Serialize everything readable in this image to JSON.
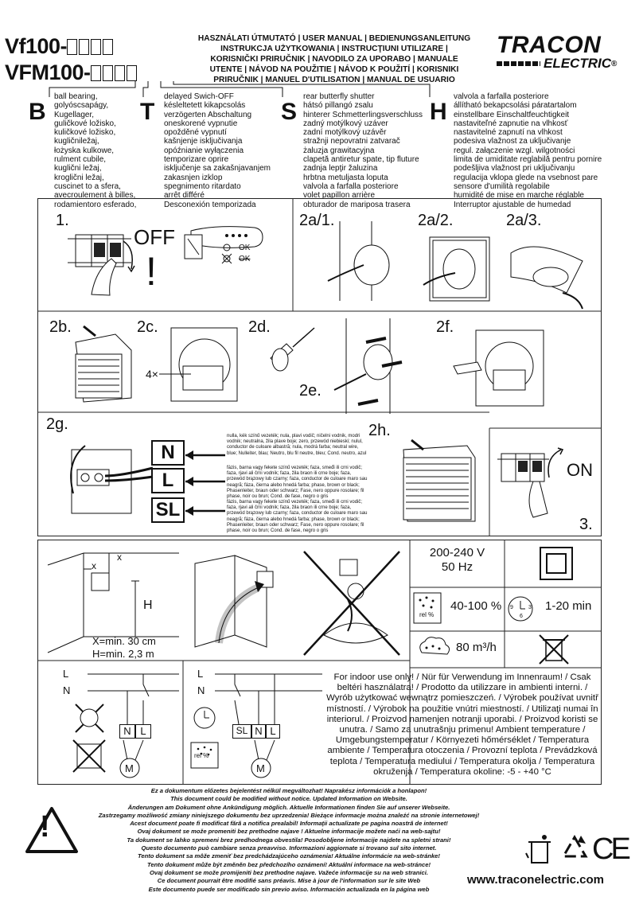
{
  "header": {
    "model_1": "Vf100-",
    "model_2": "VFM100-",
    "titles": [
      "HASZNÁLATI ÚTMUTATÓ | USER MANUAL | BEDIENUNGSANLEITUNG",
      "INSTRUKCJA UŻYTKOWANIA | INSTRUCŢIUNI UTILIZARE |",
      "KORISNIČKI PRIRUČNIK | NAVODILO ZA UPORABO | MANUALE",
      "UTENTE | NÁVOD NA POUŽITIE | NÁVOD K POUŽITÍ | KORISNIKI",
      "PRIRUČNIK | MANUEL D'UTILISATION | MANUAL DE USUARIO"
    ],
    "brand_top": "TRACON",
    "brand_bottom": "ELECTRIC",
    "brand_reg": "®"
  },
  "versions": [
    {
      "letter": "B",
      "lines": [
        "ball bearing,",
        "golyóscsapágy,",
        "Kugellager,",
        "guličkové ložisko,",
        "kuličkové ložisko,",
        "kugličniležaj,",
        "łożyska kulkowe,",
        "rulment cubile,",
        "kuglični ležaj,",
        "kroglični ležaj,",
        "cuscinet to a sfera,",
        "avecroulement à billes,",
        "rodamientoro esferado,"
      ]
    },
    {
      "letter": "T",
      "lines": [
        "delayed Swich-OFF",
        "késleltetett kikapcsolás",
        "verzögerten Abschaltung",
        "oneskorené vypnutie",
        "opožděné vypnutí",
        "kašnjenje isključivanja",
        "opóźnianie wyłączenia",
        "temporizare oprire",
        "isključenje sa zakašnjavanjem",
        "zakasnjen izklop",
        "spegnimento ritardato",
        "arrêt différé",
        "Desconexión temporizada"
      ]
    },
    {
      "letter": "S",
      "lines": [
        "rear butterfly shutter",
        "hátsó pillangó zsalu",
        "hinterer Schmetterlingsverschluss",
        "zadný motýlkový uzáver",
        "zadní motýlkový uzávěr",
        "stražnji nepovratni zatvarač",
        "żaluzja grawitacyjna",
        "clapetă antiretur spate, tip fluture",
        "zadnja lepţir žaluzina",
        "hrbtna metuljasta loputa",
        "valvola a farfalla posteriore",
        "volet papillon arrière",
        "obturador de mariposa trasera"
      ]
    },
    {
      "letter": "H",
      "lines": [
        "valvola a farfalla posteriore",
        "állítható bekapcsolási páratartalom",
        "einstellbare Einschaltfeuchtigkeit",
        "nastaviteľné zapnutie na vlhkosť",
        "nastavitelné zapnutí na vlhkost",
        "podesiva vlažnost za uključivanje",
        "regul. załączenie wzgl. wilgotności",
        "limita de umiditate reglabilă pentru pornire",
        "podešljiva vlažnost pri uključivanju",
        "regulacija vklopa glede na vsebnost pare",
        "sensore d'umilità regolabile",
        "humidité de mise en marche réglable",
        "Interruptor ajustable de humedad"
      ]
    }
  ],
  "install": {
    "step_1": "1.",
    "off": "OFF",
    "exclaim": "!",
    "ok": "OK",
    "step_2a1": "2a/1.",
    "step_2a2": "2a/2.",
    "step_2a3": "2a/3.",
    "step_2b": "2b.",
    "step_2c": "2c.",
    "times4": "4×",
    "step_2d": "2d.",
    "step_2e": "2e.",
    "step_2f": "2f.",
    "step_2g": "2g.",
    "step_2h": "2h.",
    "wire_n": "N",
    "wire_l": "L",
    "wire_sl": "SL",
    "wire_n_text": "nulla, kék színű vezeték; nula, plavi vodič; ničelni vodnik, modri vodnik; neutralna, žila plave boje; zero, przewód niebieski; nulul, conductor de culoare albastră; nula, modrá farba; neutral wire, blue; Nulleiter, blau; Neutro, blu fil neutre, bleu; Cond. neutro, azul",
    "wire_l_text": "fázis, barna vagy fekete színű vezeték; faza, smeđi ili crni vodič; faza, rjavi ali črni vodnik; faza, žila braon ili crne boje; faza, przewód brązowy lub czarny; faza, conductor de culoare maro sau neagră; fáza, čierna alebo hnedá farba; phase, brown or black; Phasenleiter, braun oder schwarz; Fase, nero oppure rosolare; fil phase, noir ou brun; Cond. de fase, negro o gris",
    "wire_sl_text": "fázis, barna vagy fekete színű vezeték; faza, smeđi ili crni vodič; faza, rjavi ali črni vodnik; faza, žila braon ili crne boje; faza, przewód brązowy lub czarny; faza, conductor de culoare maro sau neagră; fáza, čierna alebo hnedá farba; phase, brown or black; Phasenleiter, braun oder schwarz; Fase, nero oppure rosolare; fil phase, noir ou brun; Cond. de fase, negro o gris",
    "on": "ON",
    "step_3": "3."
  },
  "placement": {
    "x": "x",
    "h": "H",
    "xmin": "X=min. 30 cm",
    "hmin": "H=min. 2,3 m"
  },
  "specs": {
    "voltage": "200-240 V",
    "freq": "50 Hz",
    "humidity": "40-100 %",
    "rel": "rel %",
    "time": "1-20 min",
    "airflow": "80 m³/h",
    "clock_9": "9",
    "clock_3": "3",
    "clock_6": "6"
  },
  "wiring": {
    "l": "L",
    "n": "N",
    "term_n": "N",
    "term_l": "L",
    "term_sl": "SL",
    "motor": "M",
    "rel": "rel %"
  },
  "notice": "For indoor use only! / Nür für Verwendung im Innenraum! / Csak beltéri használatra! / Prodotto da utilizzare in ambienti interni. / Wyrób użytkować wewnątrz pomieszczeń. / Výrobek používat uvnitř místností. / Výrobok na použitie vnútri miestností. / Utilizaţi numai în interiorul. / Proizvod namenjen notranji uporabi. / Proizvod koristi se unutra. / Samo za unutrašnju primenu! Ambient temperature / Umgebungstemperatur / Környezeti hőmérséklet / Temperatura ambiente / Temperatura otoczenia / Provozní teplota / Prevádzková teplota / Temperatura mediului / Temperatura okolja / Temperatura okruženja / Temperatura okoline: -5 - +40 °C",
  "disclaimer": [
    "Ez a dokumentum előzetes bejelentést nélkül megváltozhat! Naprakész információk a honlapon!",
    "This document could be modified without notice. Updated Information on Website.",
    "Änderungen am Dokument ohne Ankündigung möglich. Aktuelle Informationen finden Sie auf unserer Webseite.",
    "Zastrzegamy możliwość zmiany niniejszego dokumentu bez uprzedzenia! Bieżące informacje można znaleźć na stronie internetowej!",
    "Acest document poate fi modificat fără a notifica prealabil! Informaţii actualizate pe pagina noastră de internet!",
    "Ovaj dokument se može promeniti bez prethodne najave ! Aktuelne informacije možete naći na web-sajtu!",
    "Ta dokument se lahko spremeni brez predhodnega obvestila! Posodobljene informacije najdete na spletni strani!",
    "Questo documento può cambiare senza preavviso. Informazioni aggiornate si trovano sul sito internet.",
    "Tento dokument sa môže zmeniť bez predchádzajúceho oznámenia! Aktuálne informácie na web-stránke!",
    "Tento dokument může být změněn bez předchozího oznámení! Aktuální informace na web-stránce!",
    "Ovaj dokument se može promijeniti bez prethodne najave. Važeće informacije su na web stranici.",
    "Ce document pourrait être modifié sans préavis. Mise à jour de l'information sur le site Web",
    "Este documento puede ser modificado sin previo aviso. Información actualizada en la página web"
  ],
  "footer": {
    "warning": "!",
    "ce": "CE",
    "website": "www.traconelectric.com"
  }
}
